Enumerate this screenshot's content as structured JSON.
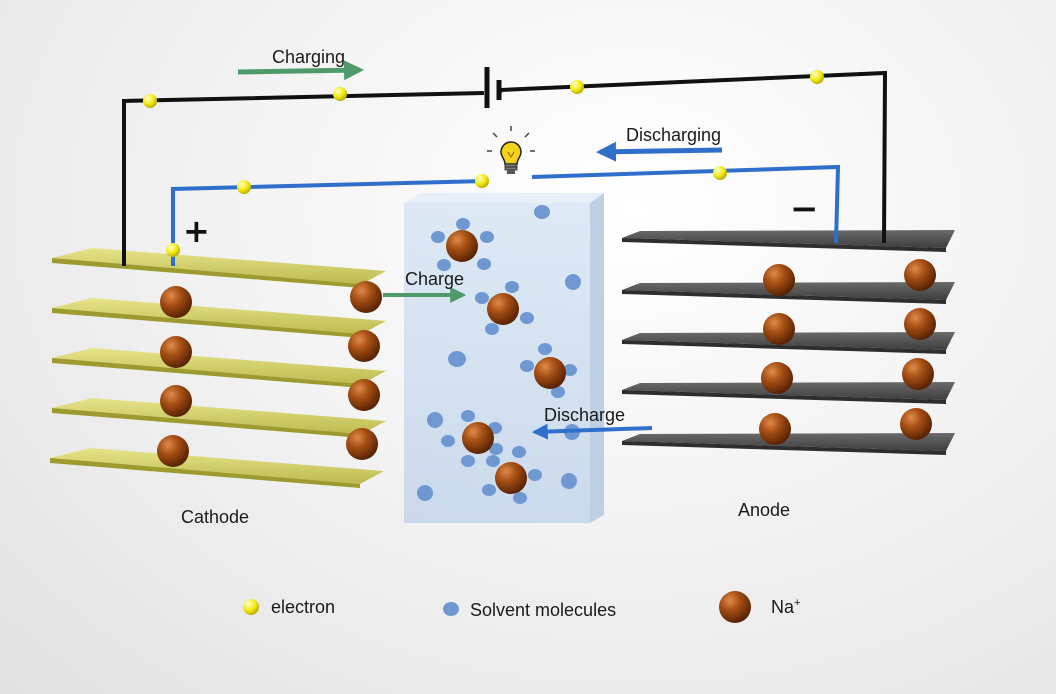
{
  "labels": {
    "charging": "Charging",
    "discharging": "Discharging",
    "charge": "Charge",
    "discharge": "Discharge",
    "cathode": "Cathode",
    "anode": "Anode",
    "plus": "+",
    "minus": "−"
  },
  "legend": {
    "electron": "electron",
    "solvent": "Solvent molecules",
    "na_base": "Na",
    "na_sup": "+"
  },
  "colors": {
    "charge_wire": "#111111",
    "discharge_wire": "#2f6fcb",
    "electron": "#f4ee1a",
    "solvent": "#6f98d3",
    "na_ion": "#8a3e0c",
    "cathode_plate": "#d9d775",
    "anode_plate": "#5a5a5a",
    "charge_arrow": "#4f9a6a",
    "discharge_arrow": "#2f6fcb"
  },
  "icons": {
    "bulb": "light-bulb-icon"
  }
}
